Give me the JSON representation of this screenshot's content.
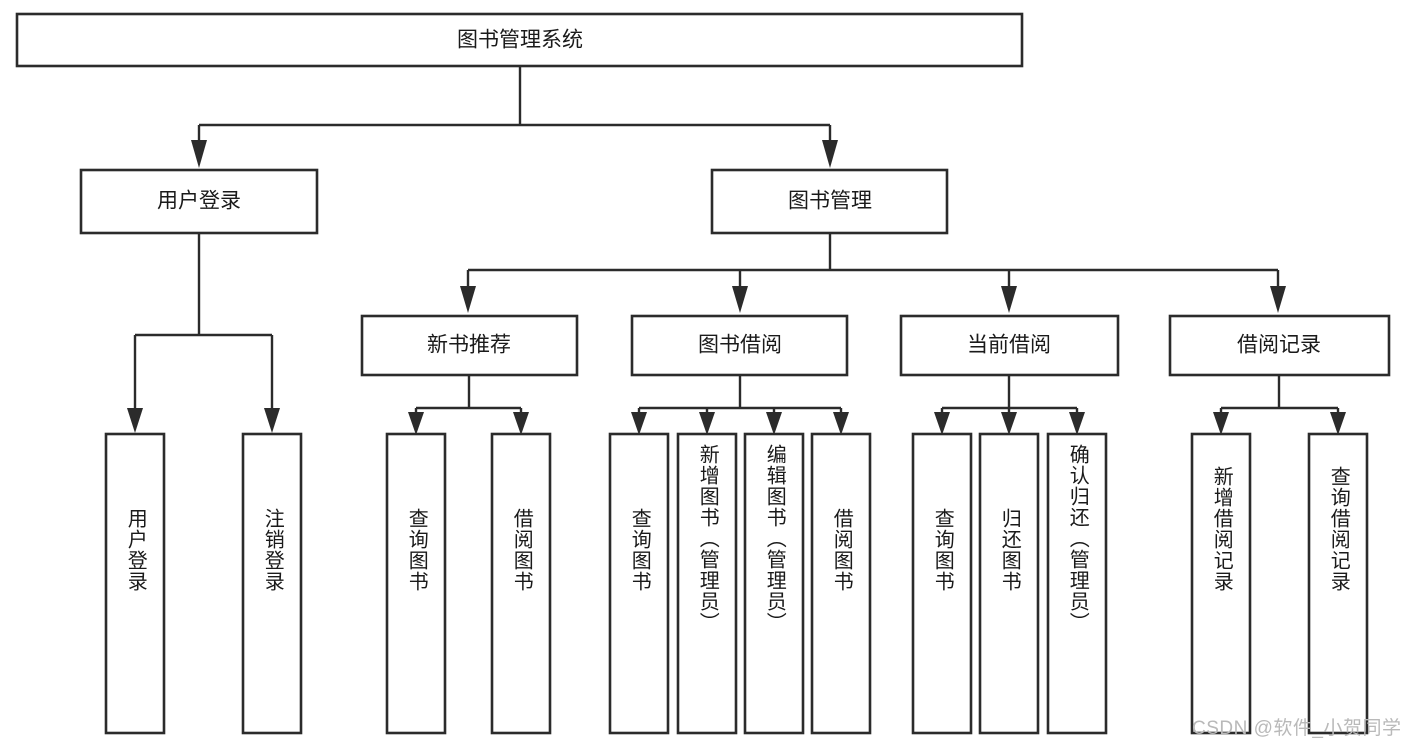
{
  "diagram": {
    "type": "tree-hierarchy",
    "title": "图书管理系统",
    "root": {
      "id": "root",
      "label": "图书管理系统"
    },
    "level1": [
      {
        "id": "user-login",
        "label": "用户登录"
      },
      {
        "id": "book-manage",
        "label": "图书管理"
      }
    ],
    "level2": [
      {
        "id": "new-book-recommend",
        "label": "新书推荐",
        "parent": "book-manage"
      },
      {
        "id": "book-borrow",
        "label": "图书借阅",
        "parent": "book-manage"
      },
      {
        "id": "current-borrow",
        "label": "当前借阅",
        "parent": "book-manage"
      },
      {
        "id": "borrow-record",
        "label": "借阅记录",
        "parent": "book-manage"
      }
    ],
    "leaves": [
      {
        "id": "leaf-user-login",
        "label": "用户登录",
        "parent": "user-login"
      },
      {
        "id": "leaf-logout",
        "label": "注销登录",
        "parent": "user-login"
      },
      {
        "id": "leaf-query-book-1",
        "label": "查询图书",
        "parent": "new-book-recommend"
      },
      {
        "id": "leaf-borrow-book-1",
        "label": "借阅图书",
        "parent": "new-book-recommend"
      },
      {
        "id": "leaf-query-book-2",
        "label": "查询图书",
        "parent": "book-borrow"
      },
      {
        "id": "leaf-add-book",
        "label": "新增图书（管理员）",
        "parent": "book-borrow"
      },
      {
        "id": "leaf-edit-book",
        "label": "编辑图书（管理员）",
        "parent": "book-borrow"
      },
      {
        "id": "leaf-borrow-book-2",
        "label": "借阅图书",
        "parent": "book-borrow"
      },
      {
        "id": "leaf-query-book-3",
        "label": "查询图书",
        "parent": "current-borrow"
      },
      {
        "id": "leaf-return-book",
        "label": "归还图书",
        "parent": "current-borrow"
      },
      {
        "id": "leaf-confirm-return",
        "label": "确认归还（管理员）",
        "parent": "current-borrow"
      },
      {
        "id": "leaf-add-record",
        "label": "新增借阅记录",
        "parent": "borrow-record"
      },
      {
        "id": "leaf-query-record",
        "label": "查询借阅记录",
        "parent": "borrow-record"
      }
    ],
    "colors": {
      "stroke": "#2b2b2b",
      "fill": "#ffffff",
      "text": "#1a1a1a",
      "watermark": "#b9b9b9",
      "background": "#ffffff"
    }
  },
  "watermark": {
    "text": "CSDN @软件_小贺同学"
  }
}
